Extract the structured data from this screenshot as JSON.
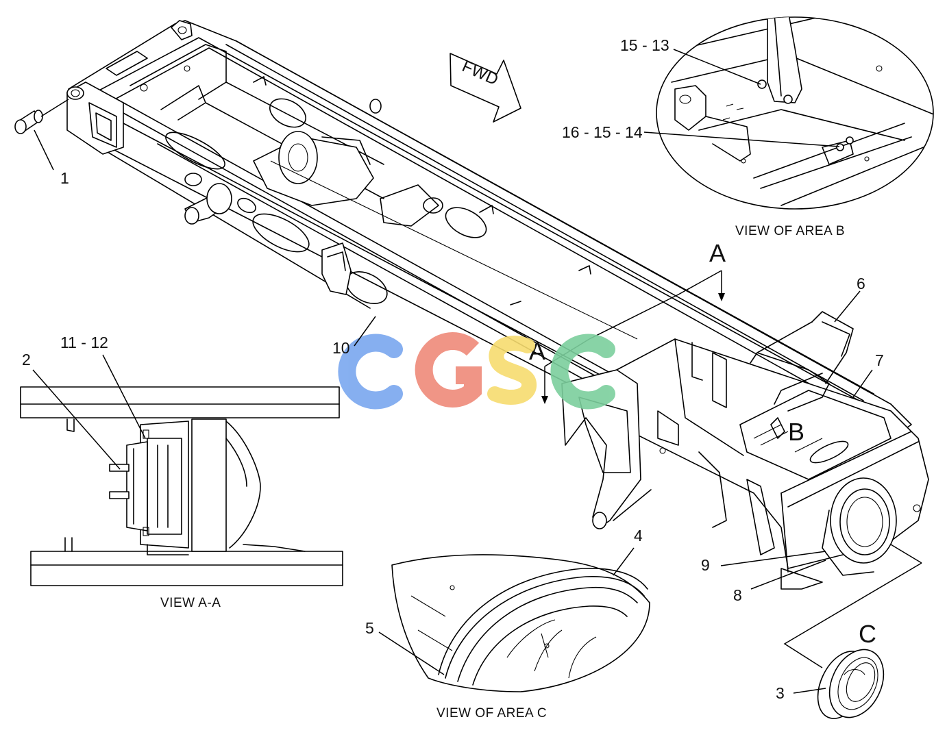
{
  "diagram": {
    "views": {
      "area_b": "VIEW OF AREA B",
      "a_a": "VIEW A-A",
      "area_c": "VIEW OF AREA C"
    },
    "direction_arrow": "FWD",
    "section_letters": {
      "a_top": "A",
      "a_mid": "A",
      "b": "B",
      "c": "C"
    },
    "callouts": {
      "c1": "1",
      "c2": "2",
      "c3": "3",
      "c4": "4",
      "c5": "5",
      "c6": "6",
      "c7": "7",
      "c8": "8",
      "c9": "9",
      "c10": "10",
      "c11_12": "11 - 12",
      "c15_13": "15 - 13",
      "c16_15_14": "16 - 15 - 14"
    },
    "watermark": {
      "letters": [
        "C",
        "G",
        "S",
        "C"
      ],
      "colors": [
        "#7aa7ef",
        "#ef8a7a",
        "#f7dc6f",
        "#7ccf9d"
      ]
    }
  }
}
